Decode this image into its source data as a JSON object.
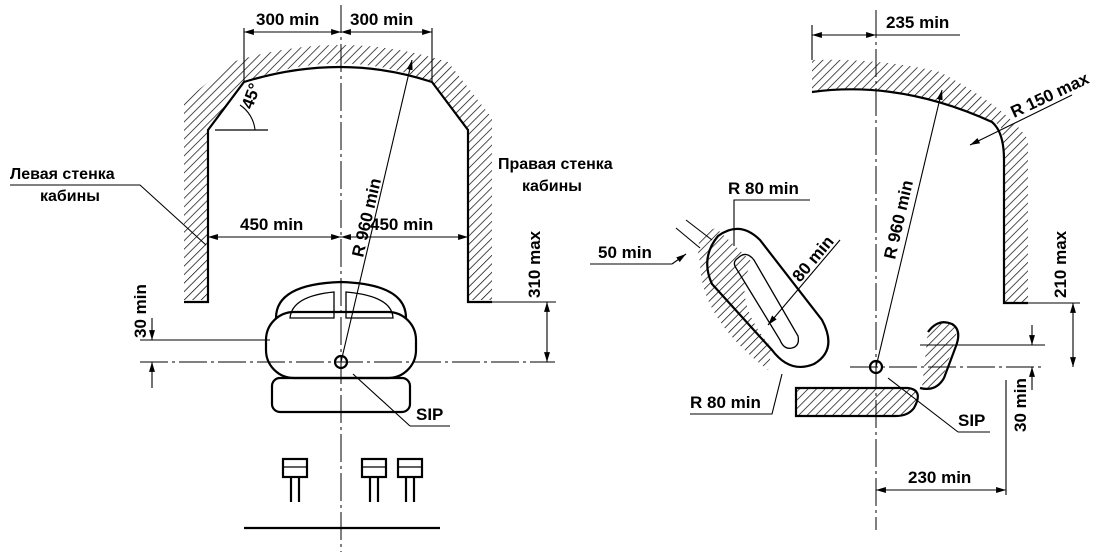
{
  "left_view": {
    "dim_top_left": "300 min",
    "dim_top_right": "300 min",
    "angle": "45°",
    "radius": "R 960 min",
    "dim_mid_left": "450 min",
    "dim_mid_right": "450 min",
    "dim_height_right": "310 max",
    "dim_height_left": "30 min",
    "label_left_wall_line1": "Левая стенка",
    "label_left_wall_line2": "кабины",
    "label_right_wall_line1": "Правая стенка",
    "label_right_wall_line2": "кабины",
    "sip": "SIP"
  },
  "right_view": {
    "dim_top": "235 min",
    "radius_roof": "R 960 min",
    "radius_corner": "R 150 max",
    "radius_knee_top": "R 80 min",
    "radius_knee_bottom": "R 80 min",
    "dim_offset": "50 min",
    "dim_knee": "80 min",
    "dim_height_right": "210 max",
    "dim_height_lower": "30 min",
    "dim_bottom": "230 min",
    "sip": "SIP"
  }
}
